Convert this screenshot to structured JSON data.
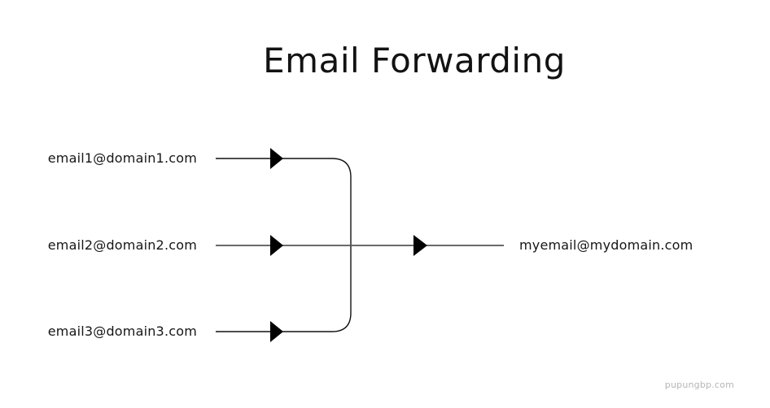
{
  "title": "Email Forwarding",
  "diagram": {
    "sources": [
      {
        "label": "email1@domain1.com"
      },
      {
        "label": "email2@domain2.com"
      },
      {
        "label": "email3@domain3.com"
      }
    ],
    "destination": {
      "label": "myemail@mydomain.com"
    },
    "icons": {
      "arrowhead": "triangle-right-arrow"
    },
    "colors": {
      "background": "#ffffff",
      "line": "#111111",
      "text": "#161616",
      "watermark": "#b5b5b5"
    }
  },
  "watermark": "pupungbp.com"
}
